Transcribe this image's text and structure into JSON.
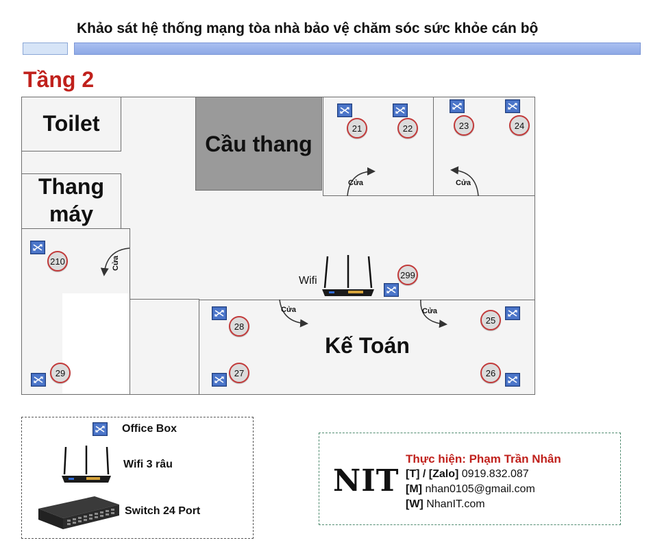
{
  "title": "Khảo sát hệ thống mạng tòa nhà bảo vệ chăm sóc sức khỏe cán bộ",
  "floor": "Tầng 2",
  "rooms": {
    "toilet": "Toilet",
    "elevator_line1": "Thang",
    "elevator_line2": "máy",
    "stairs": "Cầu thang",
    "accounting": "Kế Toán"
  },
  "door_label": "Cửa",
  "wifi_label": "Wifi",
  "ports": [
    "21",
    "22",
    "23",
    "24",
    "210",
    "299",
    "25",
    "28",
    "29",
    "27",
    "26"
  ],
  "legend": {
    "office_box": "Office Box",
    "wifi": "Wifi 3 râu",
    "switch": "Switch 24 Port"
  },
  "credit": {
    "logo": "NIT",
    "author": "Thực hiện: Phạm Trần Nhân",
    "phone_tag": "[T] / [Zalo]",
    "phone": "0919.832.087",
    "mail_tag": "[M]",
    "mail": "nhan0105@gmail.com",
    "web_tag": "[W]",
    "web": "NhanIT.com"
  },
  "colors": {
    "floor_title": "#c0211c",
    "author": "#c0211c",
    "port_ring": "#c23a3a",
    "office_box": "#2f56a8",
    "header_bar": "#8ea9e6"
  },
  "icons": [
    "office-box-icon",
    "wifi-router-icon",
    "switch-24-port-icon",
    "door-swing-icon"
  ]
}
